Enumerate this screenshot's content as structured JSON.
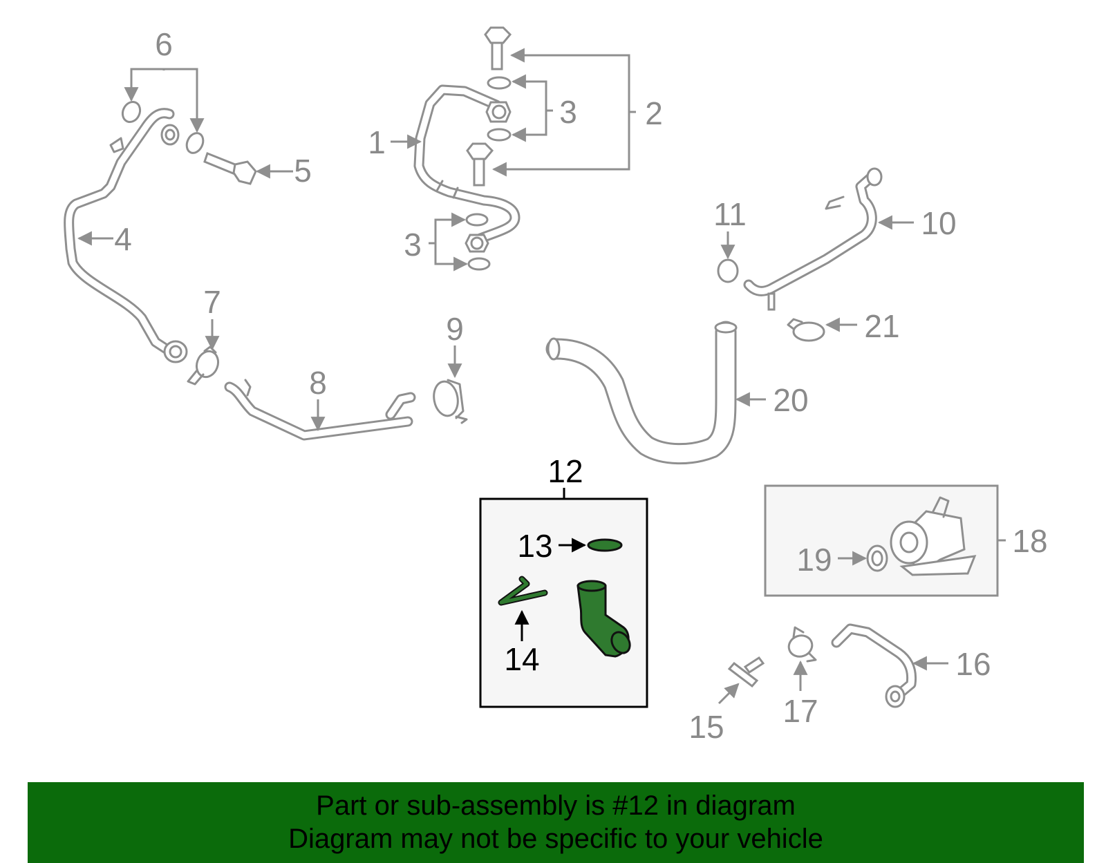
{
  "callouts": {
    "c1": "1",
    "c2": "2",
    "c3a": "3",
    "c3b": "3",
    "c4": "4",
    "c5": "5",
    "c6": "6",
    "c7": "7",
    "c8": "8",
    "c9": "9",
    "c10": "10",
    "c11": "11",
    "c12": "12",
    "c13": "13",
    "c14": "14",
    "c15": "15",
    "c16": "16",
    "c17": "17",
    "c18": "18",
    "c19": "19",
    "c20": "20",
    "c21": "21"
  },
  "highlight": {
    "part": "12",
    "color": "#2f7a2f"
  },
  "banner": {
    "background": "#0b6b0b",
    "line1": "Part or sub-assembly is #12 in diagram",
    "line2": "Diagram may not be specific to your vehicle"
  }
}
